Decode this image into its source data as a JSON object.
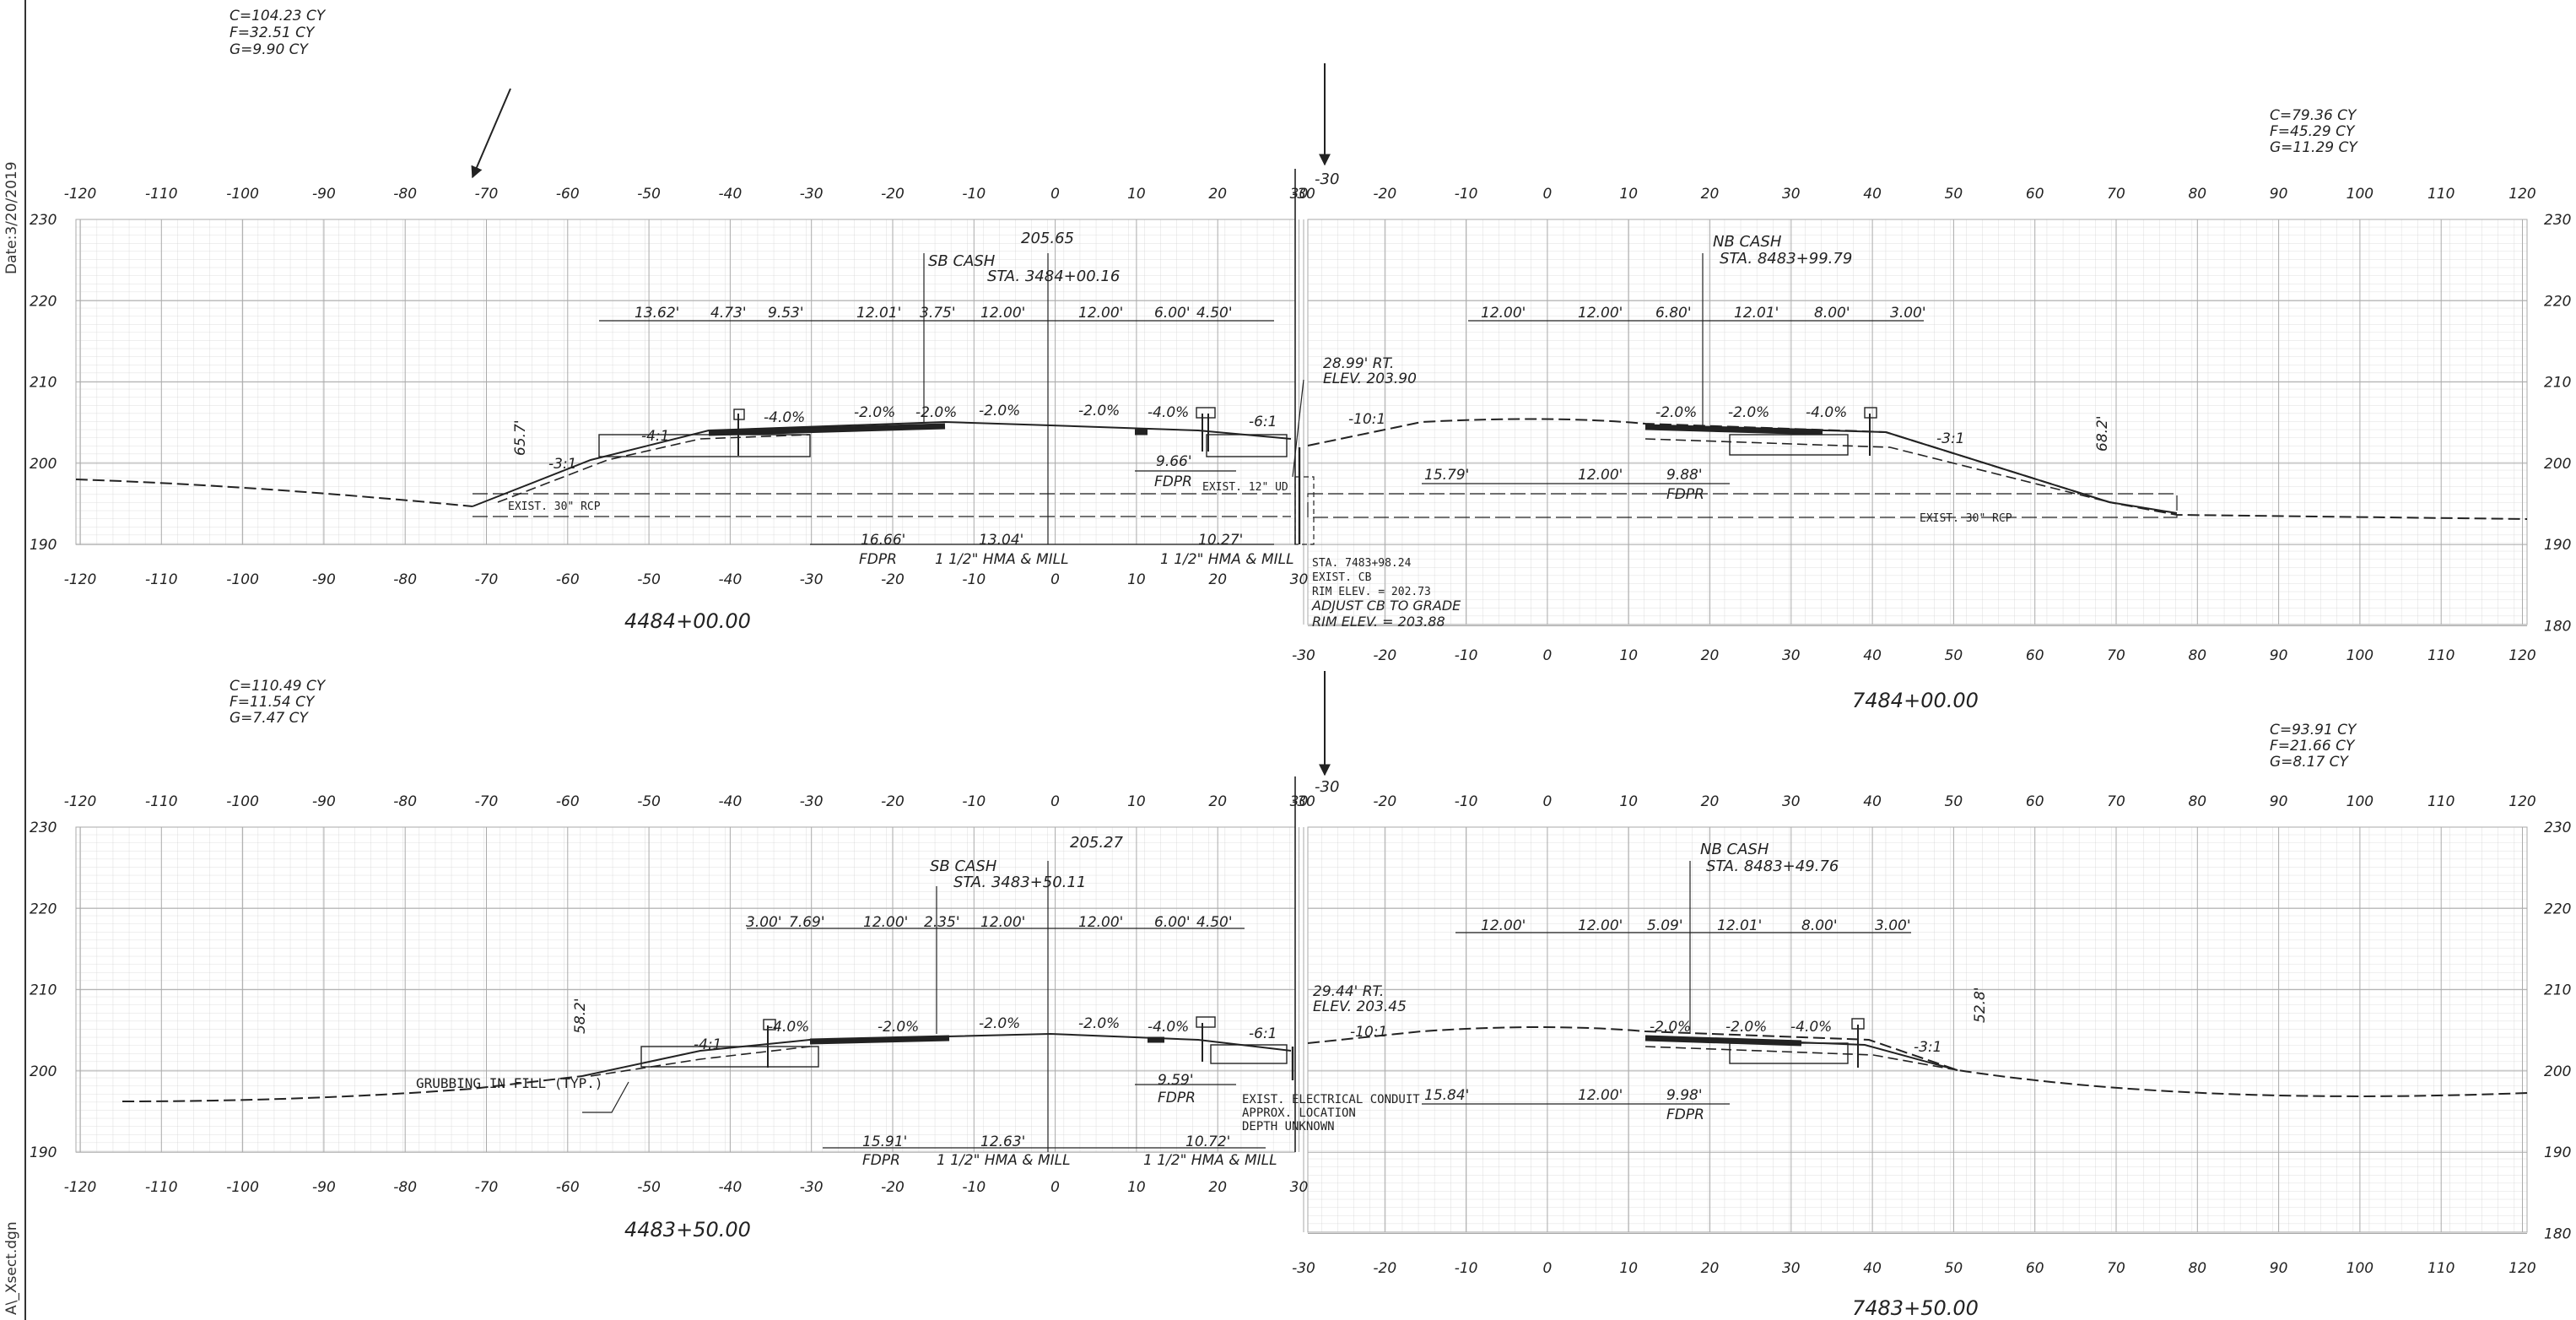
{
  "margin": {
    "date": "Date:3/20/2019",
    "file": "A\\_Xsect.dgn"
  },
  "sections": [
    {
      "id": "upper-left",
      "station": "4484+00.00",
      "quantities": [
        "C=104.23 CY",
        "F=32.51 CY",
        "G=9.90 CY"
      ],
      "x_ticks": [
        "-120",
        "-110",
        "-100",
        "-90",
        "-80",
        "-70",
        "-60",
        "-50",
        "-40",
        "-30",
        "-20",
        "-10",
        "0",
        "10",
        "20",
        "30"
      ],
      "y_ticks": [
        "230",
        "220",
        "210",
        "200",
        "190"
      ],
      "grade_elev": "205.65",
      "centerline_label": [
        "SB CASH",
        "STA. 3484+00.16"
      ],
      "top_dims": [
        "13.62'",
        "4.73'",
        "9.53'",
        "12.01'",
        "3.75'",
        "12.00'",
        "12.00'",
        "6.00'",
        "4.50'"
      ],
      "slopes": [
        "-4:1",
        "-4.0%",
        "-2.0%",
        "-2.0%",
        "-2.0%",
        "-2.0%",
        "-4.0%",
        "-6:1",
        "-3:1"
      ],
      "offset_label": "65.7'",
      "bottom_dims": [
        "16.66'",
        "13.04'",
        "10.27'"
      ],
      "bottom_labels": [
        "FDPR",
        "1 1/2\" HMA & MILL",
        "1 1/2\" HMA & MILL"
      ],
      "fdpr_dim": "9.66'",
      "fdpr_label": "FDPR",
      "pipe_label": "EXIST. 30\" RCP",
      "ud_label": "EXIST. 12\" UD",
      "point_note": [
        "28.99' RT.",
        "ELEV. 203.90"
      ]
    },
    {
      "id": "upper-right",
      "station": "7484+00.00",
      "quantities": [
        "C=79.36 CY",
        "F=45.29 CY",
        "G=11.29 CY"
      ],
      "x_ticks": [
        "-30",
        "-20",
        "-10",
        "0",
        "10",
        "20",
        "30",
        "40",
        "50",
        "60",
        "70",
        "80",
        "90",
        "100",
        "110",
        "120"
      ],
      "y_ticks": [
        "230",
        "220",
        "210",
        "200",
        "190",
        "180"
      ],
      "top_offset": "-30",
      "centerline_label": [
        "NB CASH",
        "STA. 8483+99.79"
      ],
      "top_dims": [
        "12.00'",
        "12.00'",
        "6.80'",
        "12.01'",
        "8.00'",
        "3.00'"
      ],
      "slopes": [
        "-10:1",
        "-2.0%",
        "-2.0%",
        "-4.0%",
        "-3:1"
      ],
      "offset_label": "68.2'",
      "mid_dims": [
        "15.79'",
        "12.00'",
        "9.88'"
      ],
      "fdpr_label": "FDPR",
      "pipe_label": "EXIST. 30\" RCP",
      "cb_note": [
        "STA. 7483+98.24",
        "EXIST. CB",
        "RIM ELEV. = 202.73",
        "ADJUST CB TO GRADE",
        "RIM ELEV. = 203.88"
      ]
    },
    {
      "id": "lower-left",
      "station": "4483+50.00",
      "quantities": [
        "C=110.49 CY",
        "F=11.54 CY",
        "G=7.47 CY"
      ],
      "x_ticks": [
        "-120",
        "-110",
        "-100",
        "-90",
        "-80",
        "-70",
        "-60",
        "-50",
        "-40",
        "-30",
        "-20",
        "-10",
        "0",
        "10",
        "20",
        "30"
      ],
      "y_ticks": [
        "230",
        "220",
        "210",
        "200",
        "190"
      ],
      "grade_elev": "205.27",
      "centerline_label": [
        "SB CASH",
        "STA. 3483+50.11"
      ],
      "top_dims": [
        "3.00'",
        "7.69'",
        "12.00'",
        "2.35'",
        "12.00'",
        "12.00'",
        "6.00'",
        "4.50'"
      ],
      "slopes": [
        "-4:1",
        "-4.0%",
        "-2.0%",
        "-2.0%",
        "-2.0%",
        "-4.0%",
        "-6:1"
      ],
      "offset_label": "58.2'",
      "bottom_dims": [
        "15.91'",
        "12.63'",
        "10.72'"
      ],
      "bottom_labels": [
        "FDPR",
        "1 1/2\" HMA & MILL",
        "1 1/2\" HMA & MILL"
      ],
      "fdpr_dim": "9.59'",
      "fdpr_label": "FDPR",
      "grubbing": "GRUBBING IN FILL (TYP.)",
      "conduit_note": [
        "EXIST. ELECTRICAL CONDUIT",
        "APPROX. LOCATION",
        "DEPTH UNKNOWN"
      ],
      "point_note": [
        "29.44' RT.",
        "ELEV. 203.45"
      ]
    },
    {
      "id": "lower-right",
      "station": "7483+50.00",
      "quantities": [
        "C=93.91 CY",
        "F=21.66 CY",
        "G=8.17 CY"
      ],
      "x_ticks": [
        "-30",
        "-20",
        "-10",
        "0",
        "10",
        "20",
        "30",
        "40",
        "50",
        "60",
        "70",
        "80",
        "90",
        "100",
        "110",
        "120"
      ],
      "y_ticks": [
        "230",
        "220",
        "210",
        "200",
        "190",
        "180"
      ],
      "top_offset": "-30",
      "centerline_label": [
        "NB CASH",
        "STA. 8483+49.76"
      ],
      "top_dims": [
        "12.00'",
        "12.00'",
        "5.09'",
        "12.01'",
        "8.00'",
        "3.00'"
      ],
      "slopes": [
        "-10:1",
        "-2.0%",
        "-2.0%",
        "-4.0%",
        "-3:1"
      ],
      "offset_label": "52.8'",
      "mid_dims": [
        "15.84'",
        "12.00'",
        "9.98'"
      ],
      "fdpr_label": "FDPR"
    }
  ]
}
